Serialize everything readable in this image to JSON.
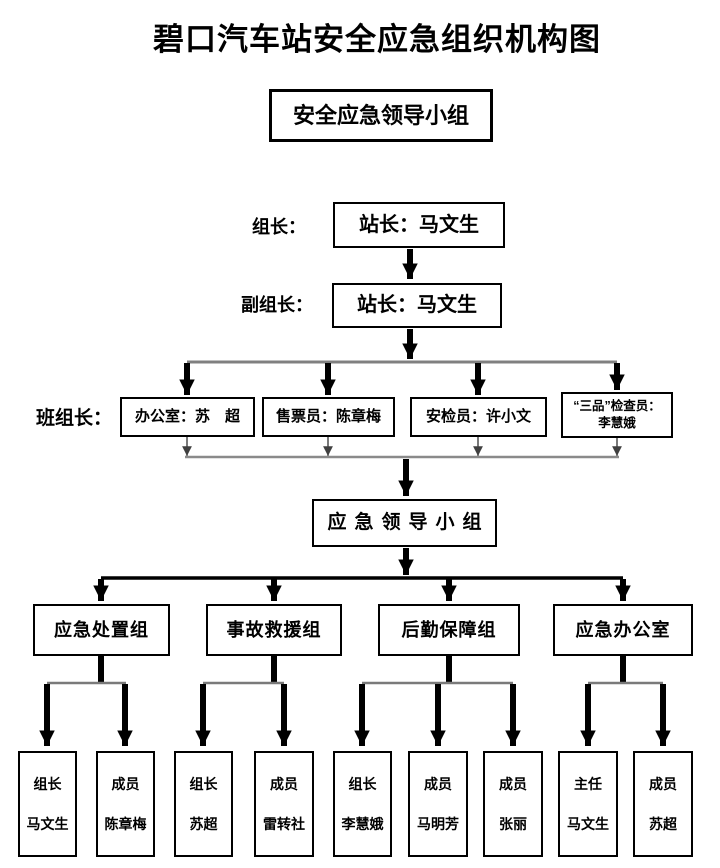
{
  "title": "碧口汽车站安全应急组织机构图",
  "top_box": "安全应急领导小组",
  "rows": {
    "leader_label": "组长：",
    "leader_box": "站长：马文生",
    "deputy_label": "副组长：",
    "deputy_box": "站长：马文生",
    "foreman_label": "班组长："
  },
  "foreman_boxes": [
    {
      "text": "办公室：苏　超"
    },
    {
      "text": "售票员：陈章梅"
    },
    {
      "text": "安检员：许小文"
    },
    {
      "line1": "“三品”检查员：",
      "line2": "李慧娥"
    }
  ],
  "center_box": "应急领导小组",
  "groups": [
    {
      "name": "应急处置组"
    },
    {
      "name": "事故救援组"
    },
    {
      "name": "后勤保障组"
    },
    {
      "name": "应急办公室"
    }
  ],
  "members": [
    {
      "role": "组长",
      "name": "马文生"
    },
    {
      "role": "成员",
      "name": "陈章梅"
    },
    {
      "role": "组长",
      "name": "苏超"
    },
    {
      "role": "成员",
      "name": "雷转社"
    },
    {
      "role": "组长",
      "name": "李慧娥"
    },
    {
      "role": "成员",
      "name": "马明芳"
    },
    {
      "role": "成员",
      "name": "张丽"
    },
    {
      "role": "主任",
      "name": "马文生"
    },
    {
      "role": "成员",
      "name": "苏超"
    }
  ],
  "colors": {
    "line_black": "#000000",
    "line_gray": "#808080",
    "thin_line": "#404040"
  }
}
